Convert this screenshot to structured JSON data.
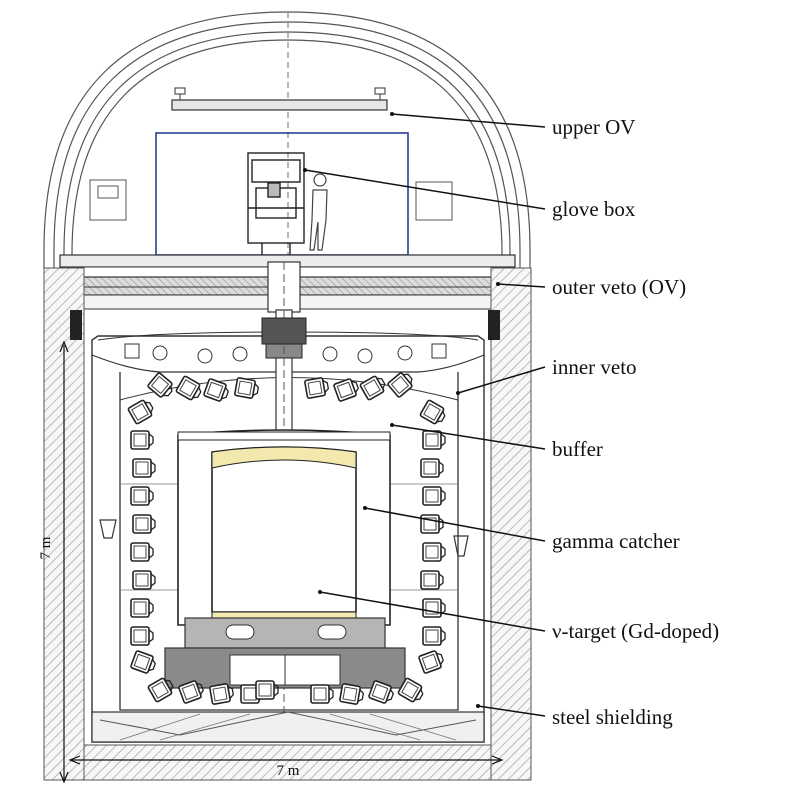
{
  "labels": {
    "upper_ov": "upper OV",
    "glove_box": "glove box",
    "outer_veto": "outer veto (OV)",
    "inner_veto": "inner veto",
    "buffer": "buffer",
    "gamma_catcher": "gamma catcher",
    "nu_target": "ν-target (Gd-doped)",
    "steel_shielding": "steel shielding"
  },
  "dimensions": {
    "height": "7 m",
    "width": "7 m"
  },
  "colors": {
    "line": "#333333",
    "hatch": "#8a8a8a",
    "shield_fill": "#f6f6f6",
    "target_top": "#f3e9ae",
    "base_gray": "#b5b5b5",
    "dark_gray": "#7a7a7a",
    "blue_frame": "#2c3f8f"
  },
  "icons": [
    "pmt-icon",
    "person-figure-icon"
  ]
}
